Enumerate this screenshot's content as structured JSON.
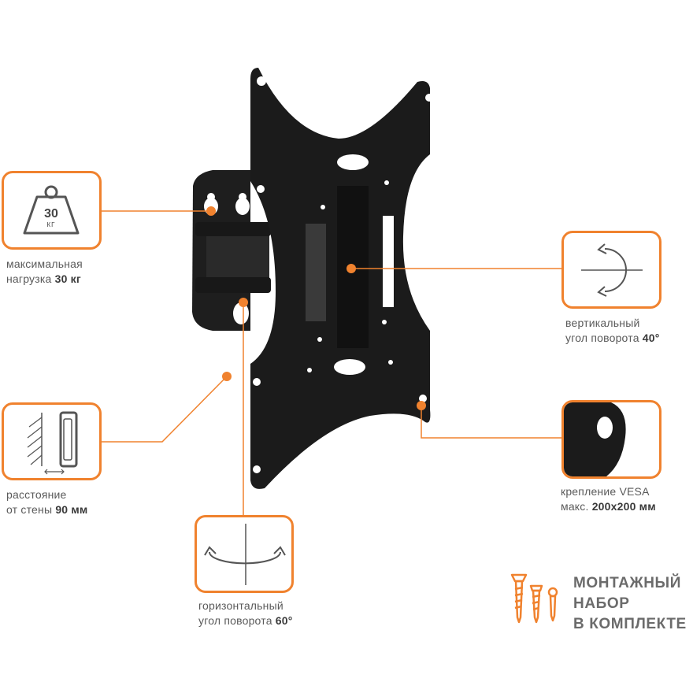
{
  "colors": {
    "accent": "#f0822e",
    "product": "#1b1b1b",
    "text": "#5a5a5a"
  },
  "features": {
    "load": {
      "icon": "weight-icon",
      "weight_value": "30",
      "weight_unit": "КГ",
      "line1": "максимальная",
      "line2_prefix": "нагрузка ",
      "line2_value": "30 кг"
    },
    "vertical": {
      "icon": "vertical-rotation-icon",
      "line1": "вертикальный",
      "line2_prefix": "угол поворота ",
      "line2_value": "40°"
    },
    "distance": {
      "icon": "wall-distance-icon",
      "line1": "расстояние",
      "line2_prefix": "от стены ",
      "line2_value": "90 мм"
    },
    "vesa": {
      "icon": "vesa-hole-icon",
      "line1": "крепление VESA",
      "line2_prefix": "макс. ",
      "line2_value": "200x200 мм"
    },
    "horizontal": {
      "icon": "horizontal-rotation-icon",
      "line1": "горизонтальный",
      "line2_prefix": "угол поворота ",
      "line2_value": "60°"
    }
  },
  "kit": {
    "icon": "screws-icon",
    "line1": "МОНТАЖНЫЙ",
    "line2": "НАБОР",
    "line3": "В КОМПЛЕКТЕ"
  }
}
